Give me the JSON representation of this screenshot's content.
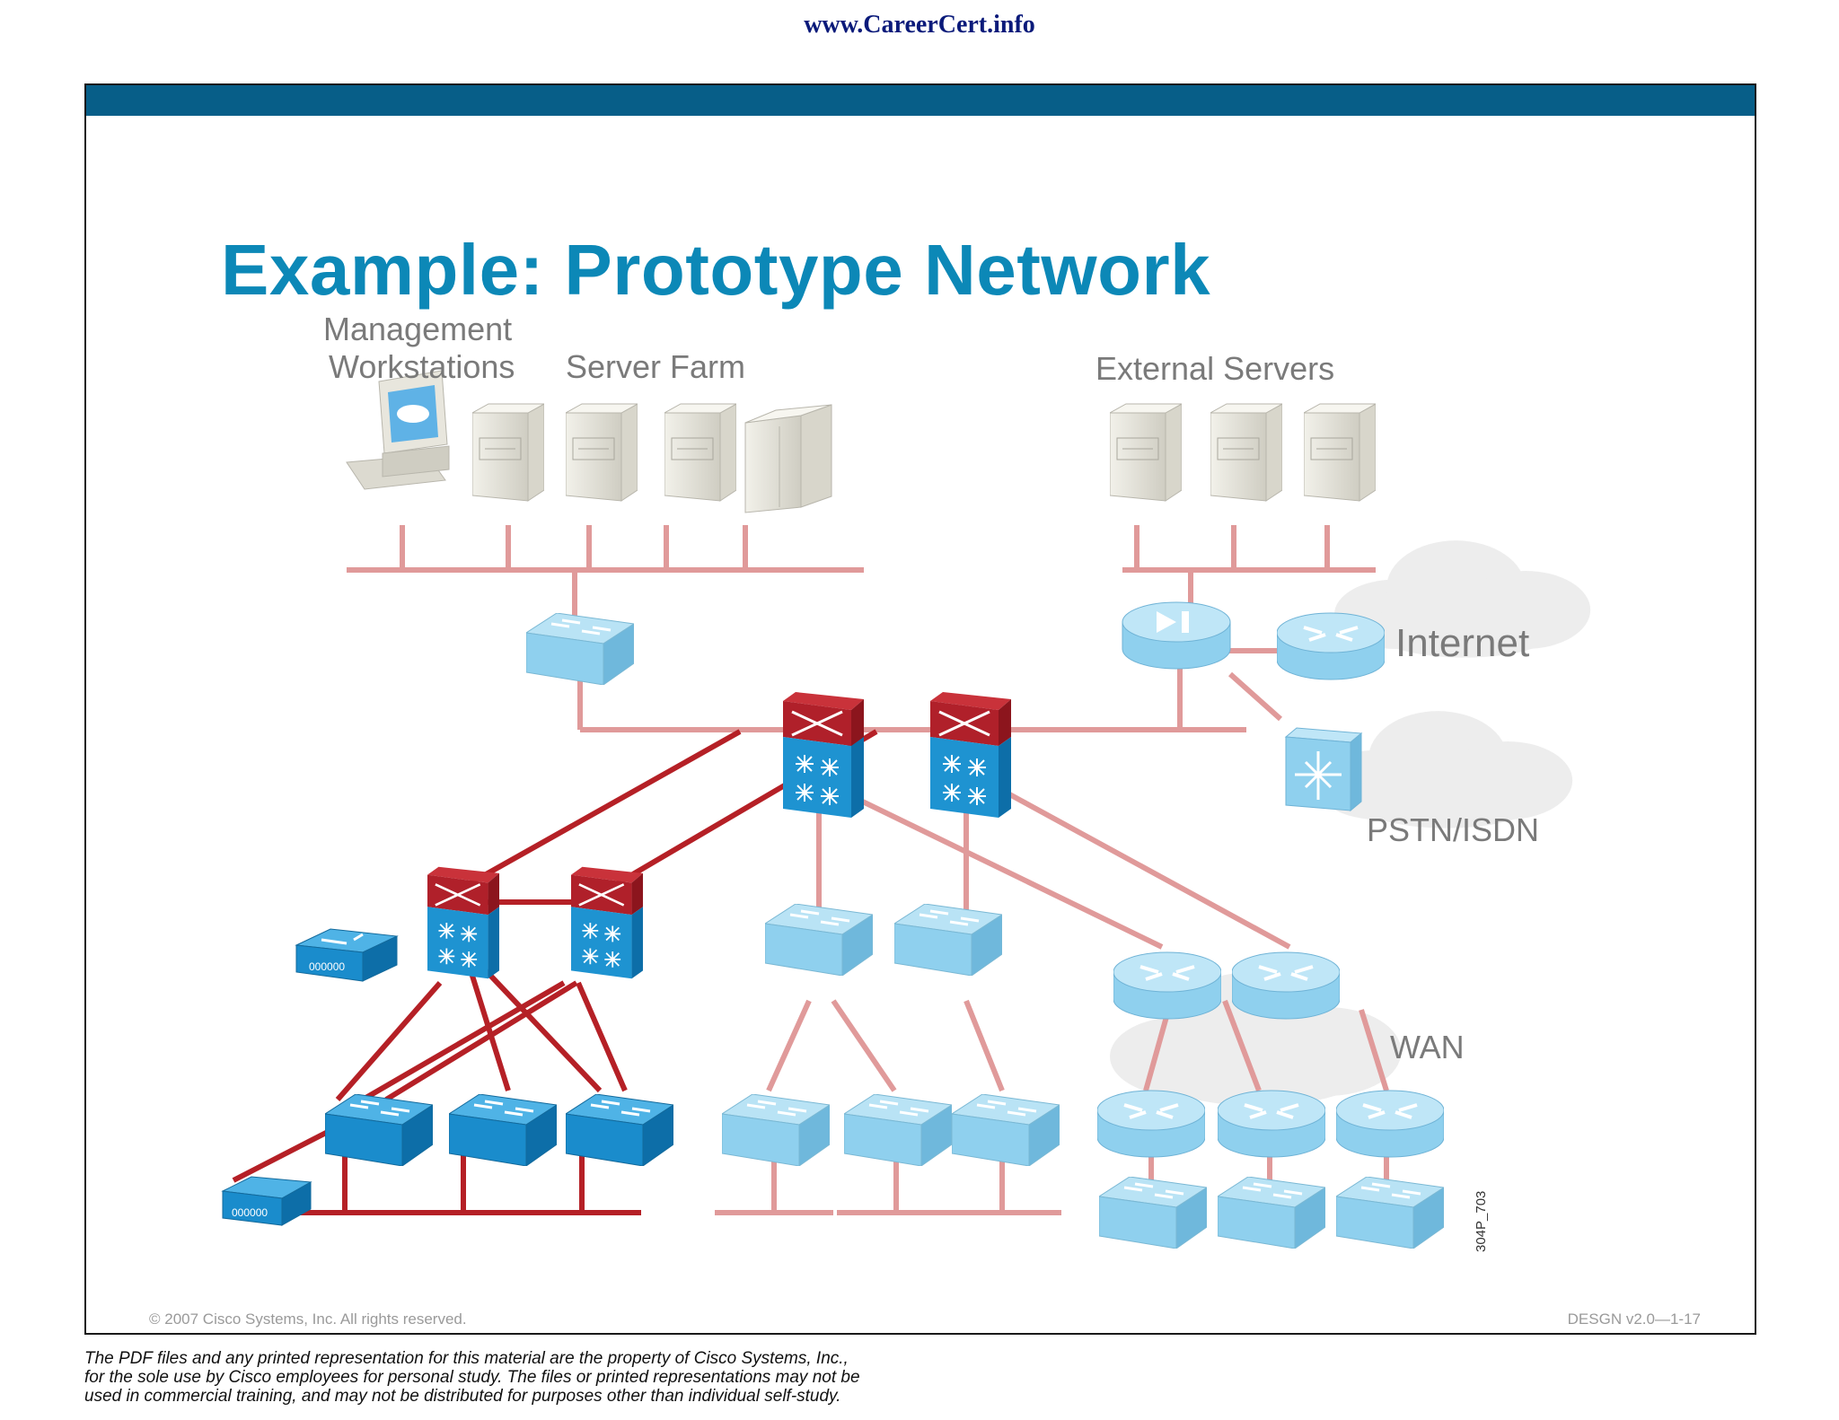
{
  "header": {
    "site_url": "www.CareerCert.info"
  },
  "slide": {
    "title": "Example: Prototype Network",
    "footer_left": "© 2007 Cisco Systems, Inc. All rights reserved.",
    "footer_right": "DESGN v2.0—1-17",
    "figure_id": "304P_703"
  },
  "diagram": {
    "labels": {
      "management_line1": "Management",
      "management_line2": "Workstations",
      "server_farm": "Server Farm",
      "external_servers": "External Servers",
      "internet": "Internet",
      "pstn": "PSTN/ISDN",
      "wan": "WAN"
    },
    "colors": {
      "link_light": "#e09a9a",
      "link_dark": "#b52026",
      "device_light": "#8fd0ee",
      "device_dark": "#1a8ccc",
      "core_red": "#b0202a"
    }
  },
  "disclaimer": {
    "line1": "The PDF files and any printed representation for this material are the property of Cisco Systems, Inc.,",
    "line2": "for the sole use by Cisco employees for personal study. The files or printed representations may not be",
    "line3": "used in commercial training, and may not be distributed for purposes other than individual self-study."
  }
}
